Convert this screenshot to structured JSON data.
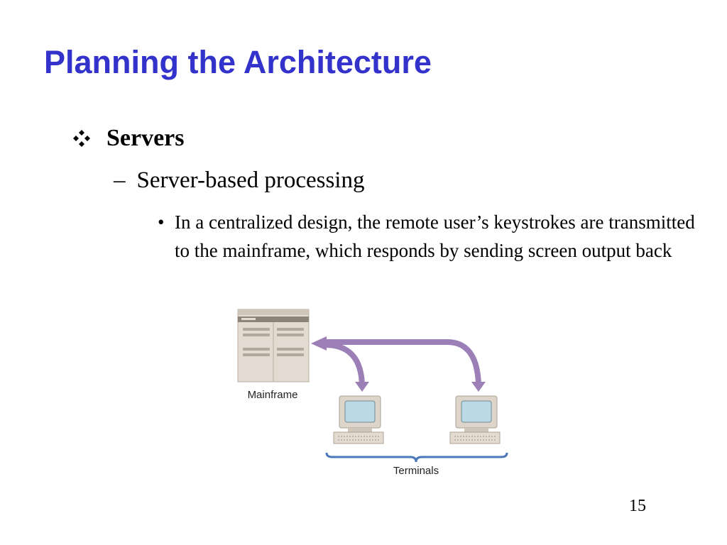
{
  "slide": {
    "title": "Planning the Architecture",
    "bullet_level1": "Servers",
    "bullet_level2": "Server-based processing",
    "bullet_level3": "In a centralized design, the remote user’s keystrokes are transmitted to the mainframe, which responds by sending screen output back",
    "page_number": "15"
  },
  "diagram": {
    "mainframe_label": "Mainframe",
    "terminals_label": "Terminals",
    "colors": {
      "title": "#3333cc",
      "arrow": "#9b7fb6",
      "brace": "#4a78b8",
      "mainframe_body": "#e0d8ce",
      "screen": "#bcd9e6"
    }
  }
}
